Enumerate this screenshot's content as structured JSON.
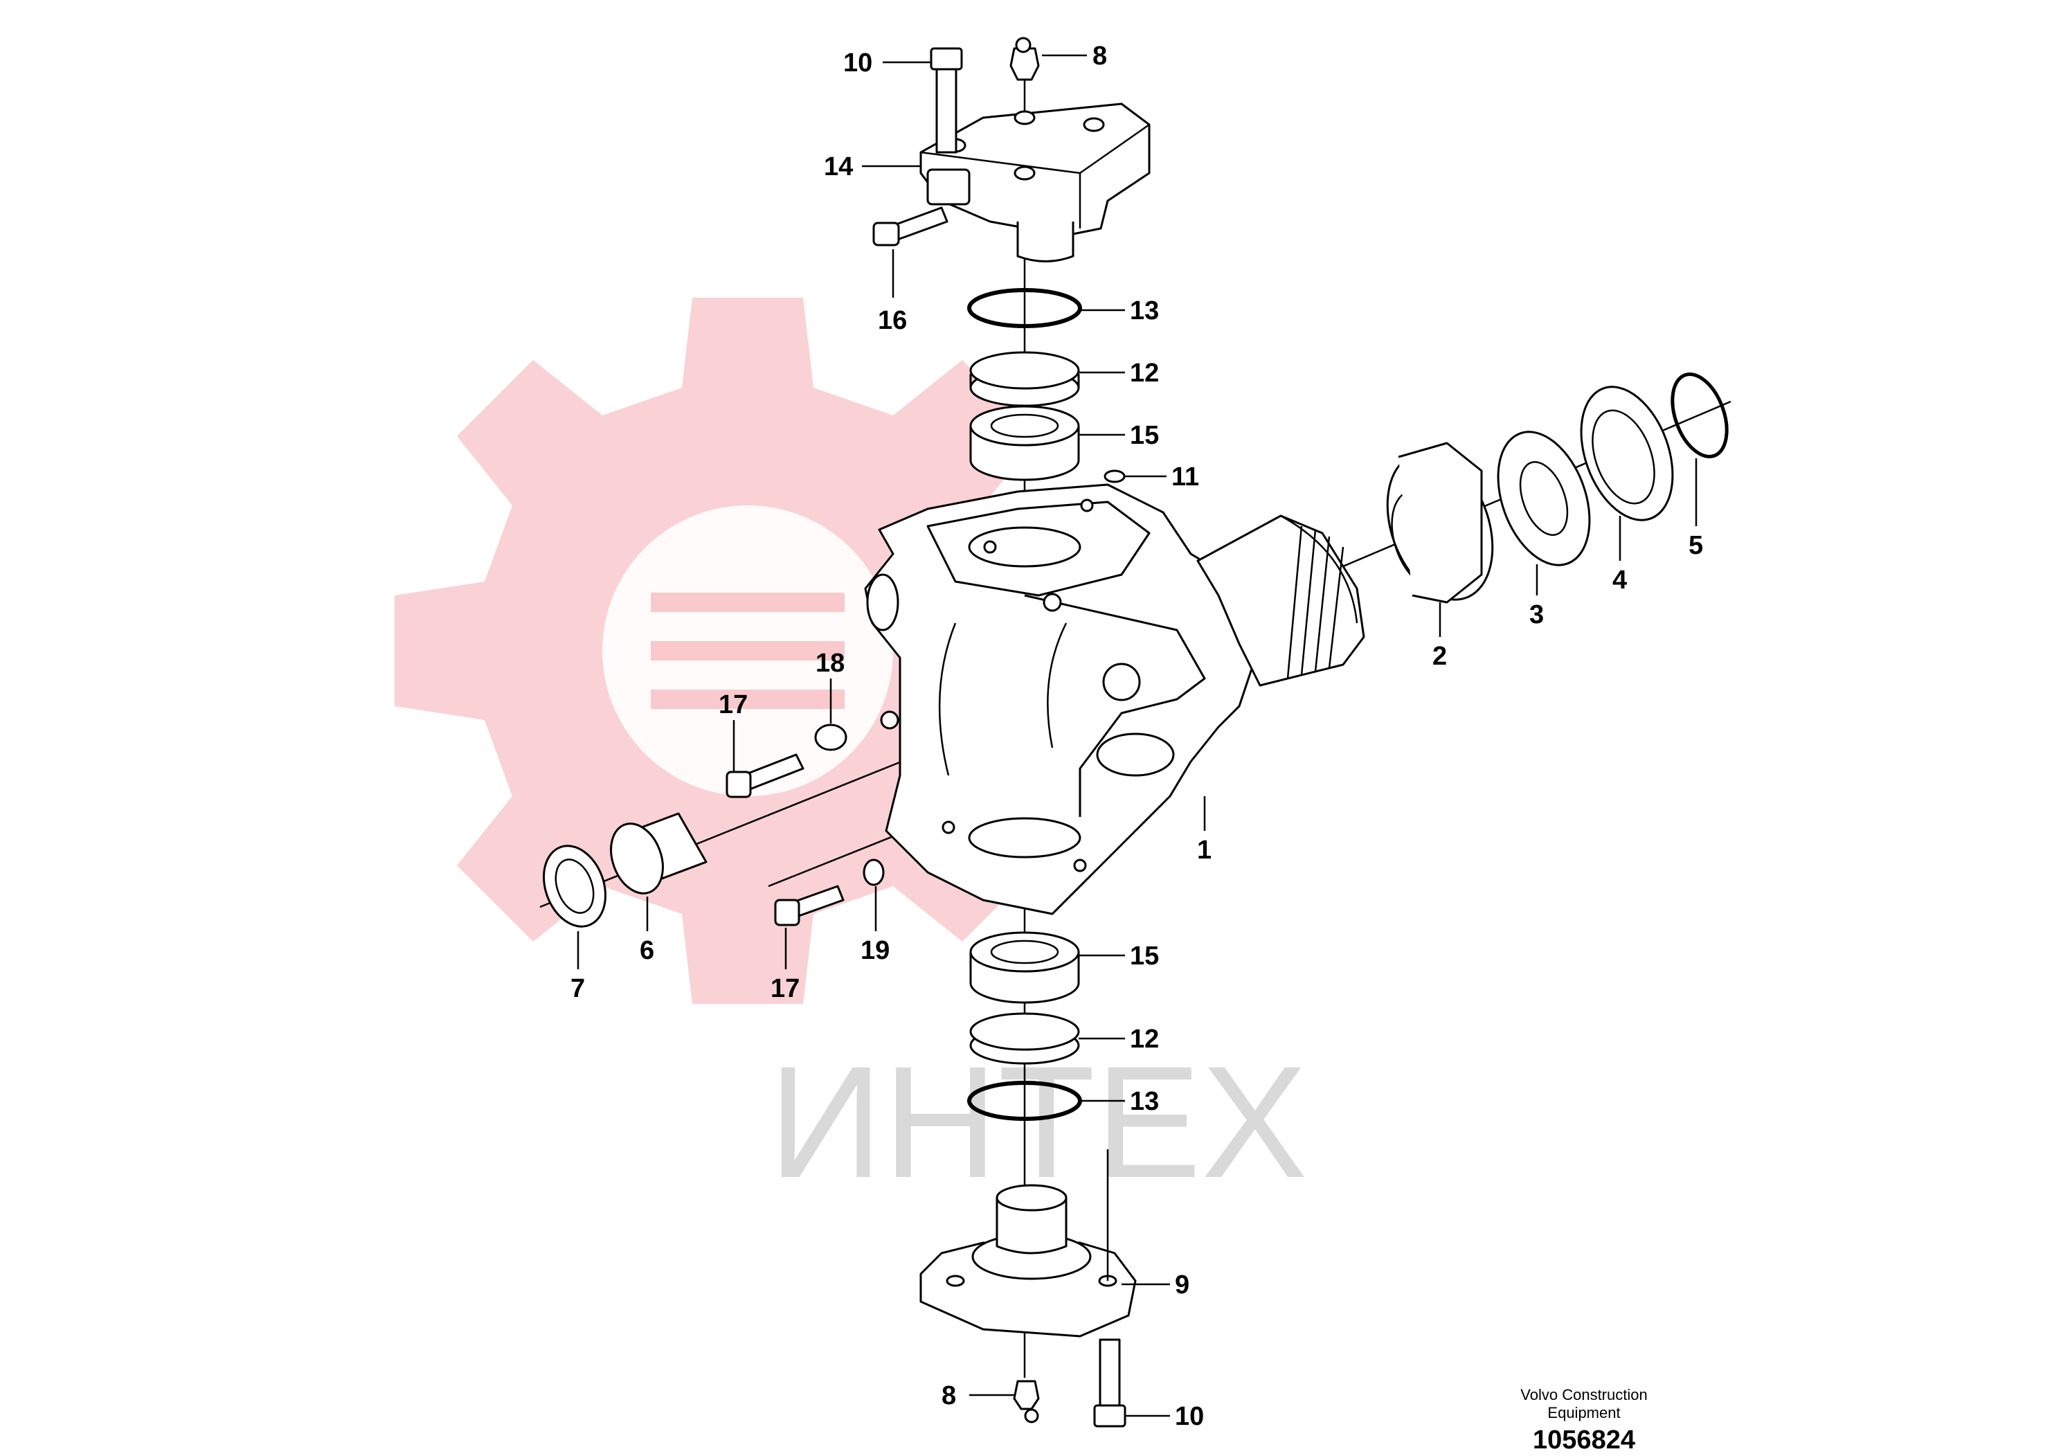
{
  "watermark": {
    "text": "ИНТЕХ",
    "gear_color": "#f9c9cc",
    "text_color": "#d9d9d9"
  },
  "reference": {
    "manufacturer_line1": "Volvo Construction",
    "manufacturer_line2": "Equipment",
    "drawing_number": "1056824"
  },
  "callouts": [
    {
      "id": "c10-top",
      "label": "10"
    },
    {
      "id": "c8-top",
      "label": "8"
    },
    {
      "id": "c14",
      "label": "14"
    },
    {
      "id": "c16",
      "label": "16"
    },
    {
      "id": "c13-top",
      "label": "13"
    },
    {
      "id": "c12-top",
      "label": "12"
    },
    {
      "id": "c15-top",
      "label": "15"
    },
    {
      "id": "c11",
      "label": "11"
    },
    {
      "id": "c2",
      "label": "2"
    },
    {
      "id": "c3",
      "label": "3"
    },
    {
      "id": "c4",
      "label": "4"
    },
    {
      "id": "c5",
      "label": "5"
    },
    {
      "id": "c18",
      "label": "18"
    },
    {
      "id": "c17-top",
      "label": "17"
    },
    {
      "id": "c1",
      "label": "1"
    },
    {
      "id": "c7",
      "label": "7"
    },
    {
      "id": "c6",
      "label": "6"
    },
    {
      "id": "c17-bottom",
      "label": "17"
    },
    {
      "id": "c19",
      "label": "19"
    },
    {
      "id": "c15-bottom",
      "label": "15"
    },
    {
      "id": "c12-bottom",
      "label": "12"
    },
    {
      "id": "c13-bottom",
      "label": "13"
    },
    {
      "id": "c9",
      "label": "9"
    },
    {
      "id": "c8-bottom",
      "label": "8"
    },
    {
      "id": "c10-bottom",
      "label": "10"
    }
  ]
}
